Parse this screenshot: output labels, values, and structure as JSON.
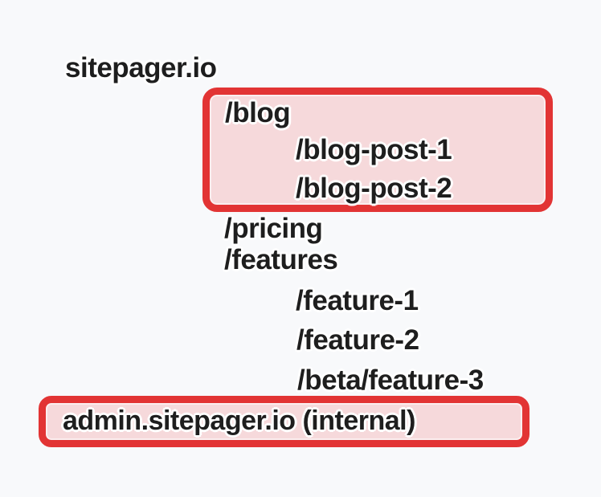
{
  "diagram": {
    "root_domain": "sitepager.io",
    "blog_group": {
      "paths": [
        "/blog",
        "/blog-post-1",
        "/blog-post-2"
      ]
    },
    "public_paths": [
      "/pricing",
      "/features",
      "/feature-1",
      "/feature-2",
      "/beta/feature-3"
    ],
    "admin_domain": "admin.sitepager.io (internal)"
  },
  "colors": {
    "background": "#f8f9fb",
    "highlight_border": "#e23434",
    "highlight_fill": "#f6d9db",
    "text": "#1e1e1e",
    "outline": "#ffffff"
  }
}
